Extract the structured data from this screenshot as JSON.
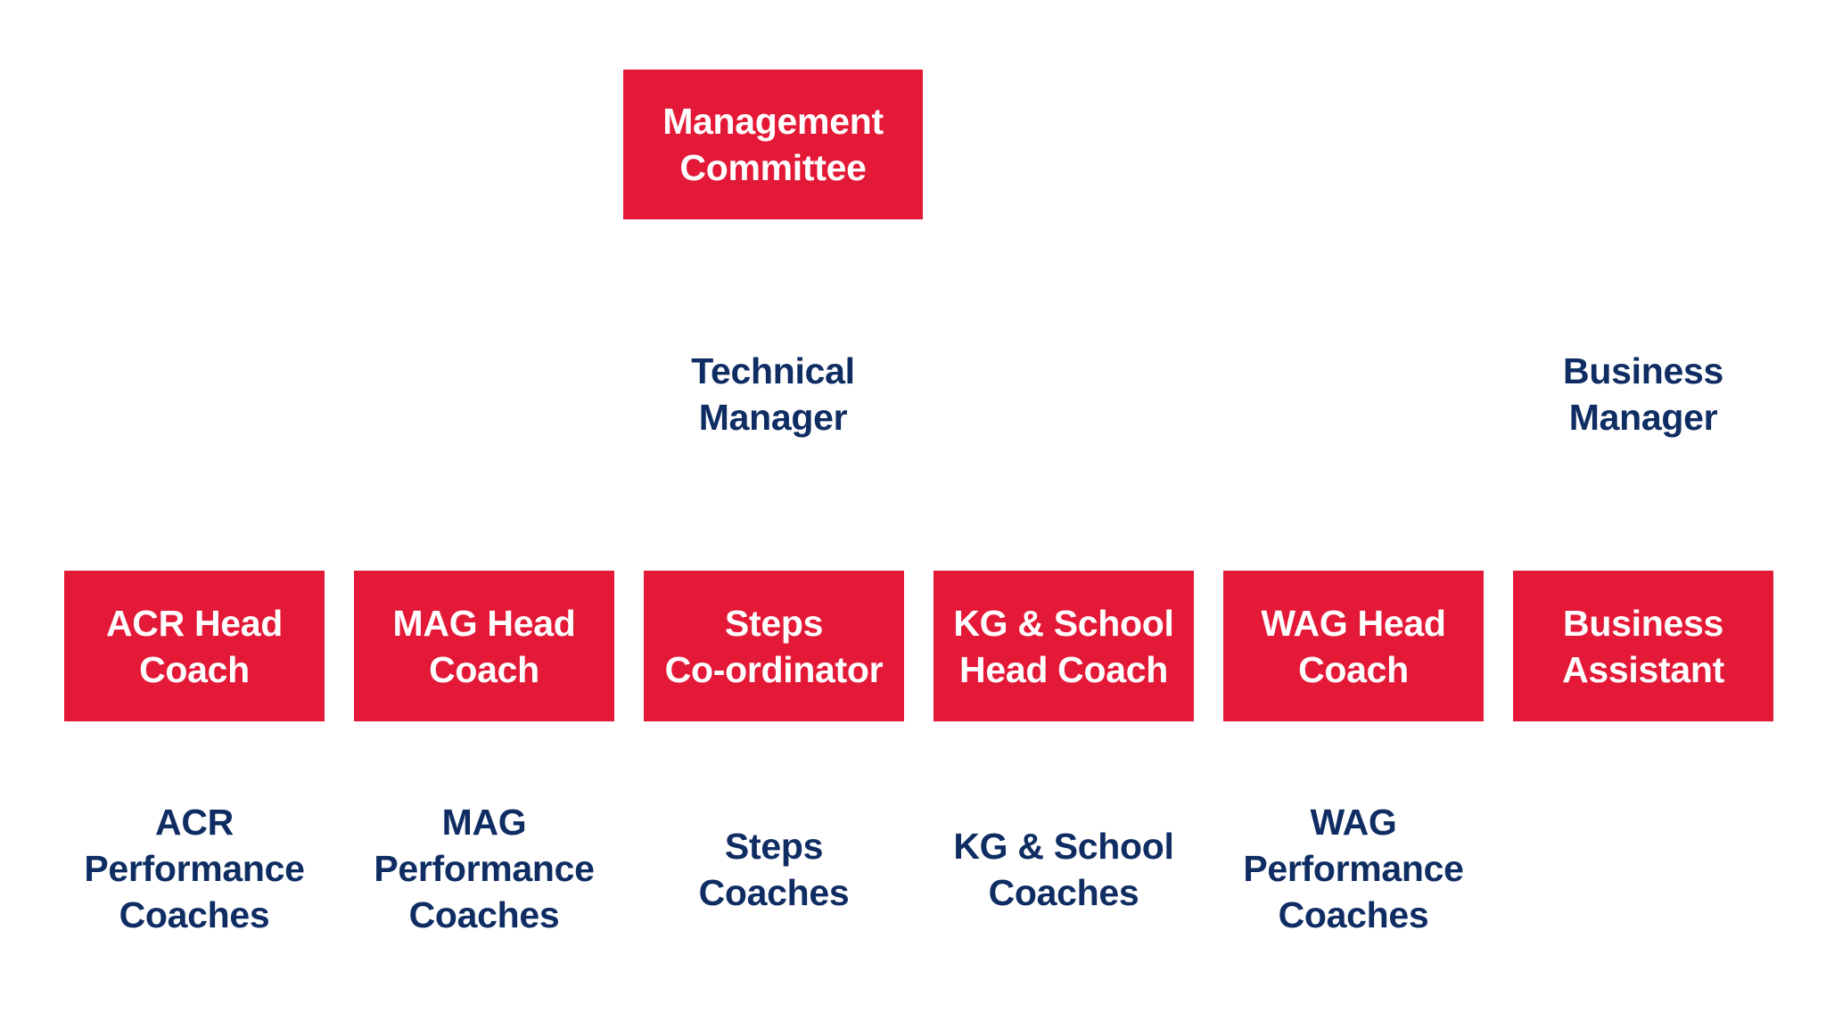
{
  "top": {
    "management_committee": "Management\nCommittee"
  },
  "managers": {
    "technical": "Technical\nManager",
    "business": "Business\nManager"
  },
  "row": {
    "acr_head_coach": "ACR Head\nCoach",
    "mag_head_coach": "MAG Head\nCoach",
    "steps_coordinator": "Steps\nCo-ordinator",
    "kg_school_head_coach": "KG & School\nHead Coach",
    "wag_head_coach": "WAG Head\nCoach",
    "business_assistant": "Business\nAssistant"
  },
  "bottom": {
    "acr_performance_coaches": "ACR\nPerformance\nCoaches",
    "mag_performance_coaches": "MAG\nPerformance\nCoaches",
    "steps_coaches": "Steps\nCoaches",
    "kg_school_coaches": "KG & School\nCoaches",
    "wag_performance_coaches": "WAG\nPerformance\nCoaches"
  },
  "colors": {
    "box_red": "#e31937",
    "label_navy": "#0f2d63",
    "background": "#ffffff"
  }
}
